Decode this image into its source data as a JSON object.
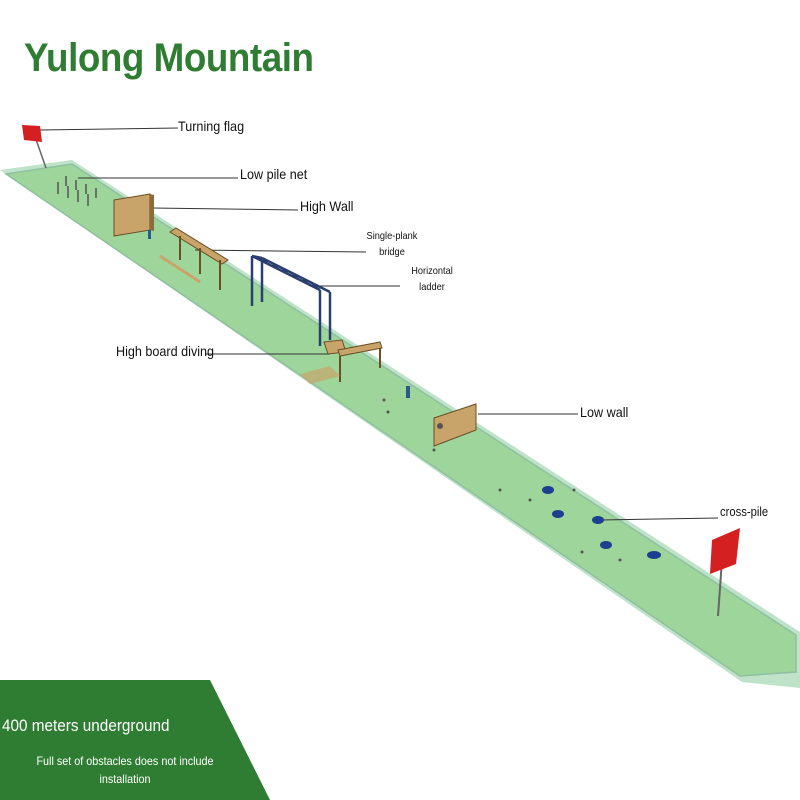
{
  "title": "Yulong Mountain",
  "labels": {
    "turning_flag": "Turning flag",
    "low_pile_net": "Low pile net",
    "high_wall": "High Wall",
    "single_plank_line1": "Single-plank",
    "single_plank_line2": "bridge",
    "horizontal_ladder_line1": "Horizontal",
    "horizontal_ladder_line2": "ladder",
    "high_board_diving": "High board diving",
    "low_wall": "Low wall",
    "cross_pile": "cross-pile"
  },
  "banner": {
    "title": "400 meters underground",
    "subtitle": "Full set of obstacles does not include installation"
  },
  "colors": {
    "title": "#2f7d32",
    "field": "#9fd89a",
    "banner": "#2e7d32",
    "flag": "#d42020"
  }
}
